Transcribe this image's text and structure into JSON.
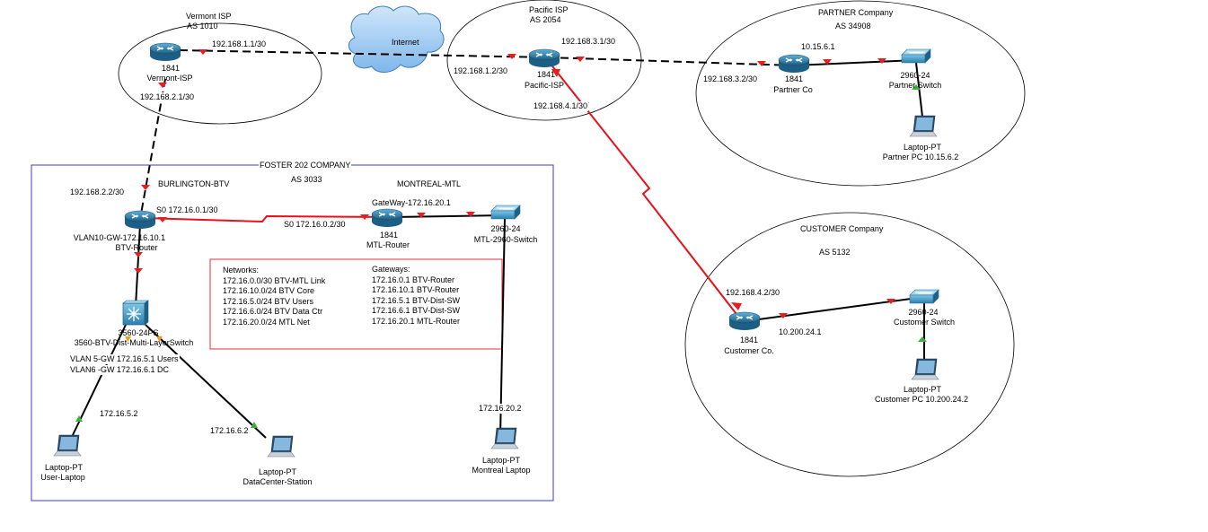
{
  "zones": {
    "vermont": {
      "title": "Vermont ISP",
      "as": "AS 1010"
    },
    "pacific": {
      "title": "Pacific ISP",
      "as": "AS 2054"
    },
    "partner": {
      "title": "PARTNER Company",
      "as": "AS 34908"
    },
    "customer": {
      "title": "CUSTOMER Company",
      "as": "AS 5132"
    },
    "foster": {
      "title": "FOSTER 202 COMPANY",
      "as": "AS 3033",
      "site_btv": "BURLINGTON-BTV",
      "site_mtl": "MONTREAL-MTL"
    }
  },
  "cloud": {
    "label": "Internet"
  },
  "devices": {
    "vermont_isp": {
      "model": "1841",
      "name": "Vermont-ISP"
    },
    "pacific_isp": {
      "model": "1841",
      "name": "Pacific-ISP"
    },
    "partner_router": {
      "model": "1841",
      "name": "Partner Co"
    },
    "partner_switch": {
      "model": "2960-24",
      "name": "Partner Switch"
    },
    "partner_pc": {
      "model": "Laptop-PT",
      "name": "Partner PC 10.15.6.2"
    },
    "customer_router": {
      "model": "1841",
      "name": "Customer Co."
    },
    "customer_switch": {
      "model": "2960-24",
      "name": "Customer Switch"
    },
    "customer_pc": {
      "model": "Laptop-PT",
      "name": "Customer PC 10.200.24.2"
    },
    "btv_router": {
      "model": "VLAN10-GW-172.16.10.1",
      "name": "BTV-Router"
    },
    "mtl_router": {
      "model": "1841",
      "name": "MTL-Router"
    },
    "mtl_switch": {
      "model": "2960-24",
      "name": "MTL-2960-Switch"
    },
    "multilayer_switch": {
      "model": "3560-24PS",
      "name": "3560-BTV-Dist-Multi-LayerSwitch",
      "vlan5": "VLAN 5-GW 172.16.5.1  Users",
      "vlan6": "VLAN6 -GW 172.16.6.1 DC"
    },
    "user_laptop": {
      "model": "Laptop-PT",
      "name": "User-Laptop"
    },
    "datacenter_station": {
      "model": "Laptop-PT",
      "name": "DataCenter-Station"
    },
    "montreal_laptop": {
      "model": "Laptop-PT",
      "name": "Montreal Laptop"
    }
  },
  "link_labels": {
    "vermont_pacific_a": "192.168.1.1/30",
    "vermont_pacific_b": "192.168.1.2/30",
    "vermont_btv_a": "192.168.2.1/30",
    "vermont_btv_b": "192.168.2.2/30",
    "pacific_partner_a": "192.168.3.1/30",
    "pacific_partner_b": "192.168.3.2/30",
    "pacific_customer_a": "192.168.4.1/30",
    "pacific_customer_b": "192.168.4.2/30",
    "partner_lan": "10.15.6.1",
    "customer_lan": "10.200.24.1",
    "btv_mtl_a": "S0  172.16.0.1/30",
    "btv_mtl_b": "S0 172.16.0.2/30",
    "mtl_gateway": "GateWay-172.16.20.1",
    "user_ip": "172.16.5.2",
    "dc_ip": "172.16.6.2",
    "mtl_laptop_ip": "172.16.20.2"
  },
  "notes": {
    "networks_title": "Networks:",
    "networks": [
      "172.16.0.0/30 BTV-MTL Link",
      "172.16.10.0/24  BTV Core",
      "172.16.5.0/24  BTV Users",
      "172.16.6.0/24 BTV Data Ctr",
      "172.16.20.0/24 MTL Net"
    ],
    "gateways_title": "Gateways:",
    "gateways": [
      "172.16.0.1 BTV-Router",
      "172.16.10.1  BTV-Router",
      "172.16.5.1    BTV-Dist-SW",
      "172.16.6.1 BTV-Dist-SW",
      "172.16.20.1  MTL-Router"
    ]
  },
  "colors": {
    "serial": "#e8101a",
    "port_red": "#e81d1d",
    "port_green": "#3caf3c",
    "port_orange": "#f39a1e",
    "foster_border": "#3b3bd8",
    "router_body": "#1d6e96"
  }
}
